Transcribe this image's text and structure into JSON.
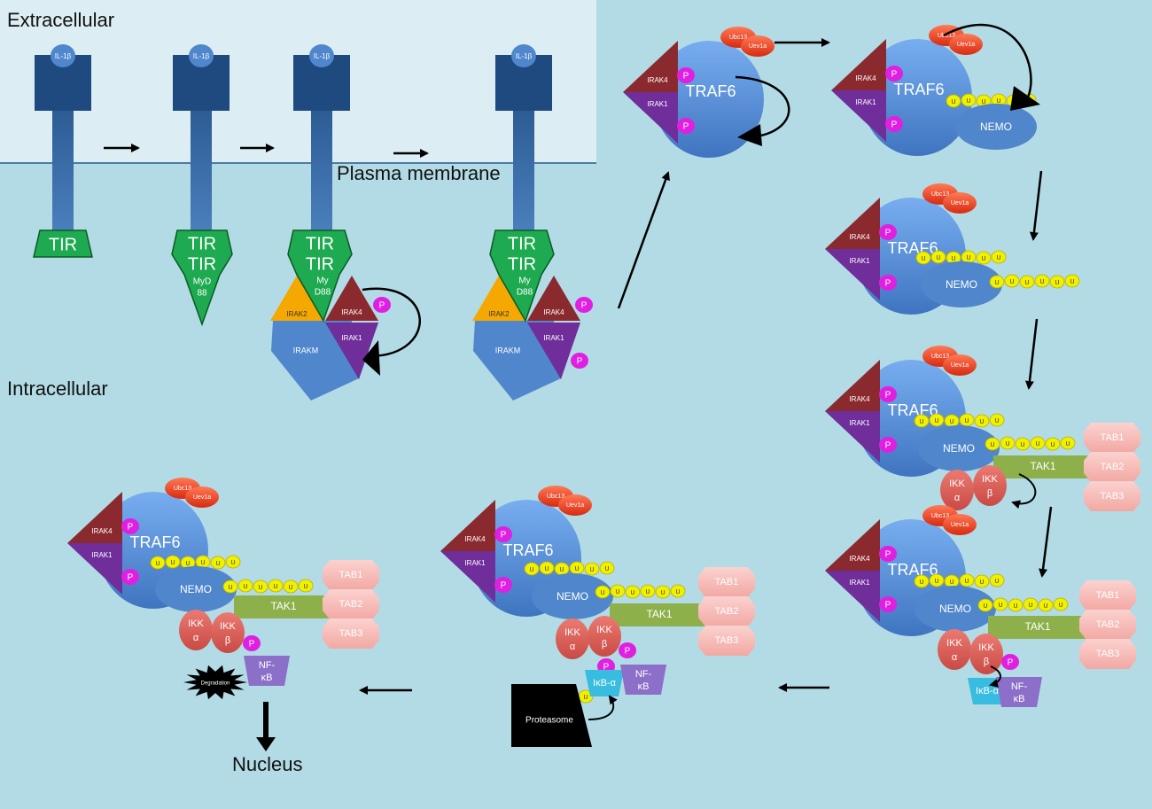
{
  "regions": {
    "extracellular": "Extracellular",
    "intracellular": "Intracellular",
    "membrane": "Plasma membrane",
    "nucleus": "Nucleus"
  },
  "labels": {
    "ligand": "IL-1β",
    "tir": "TIR",
    "myd88_a": "MyD",
    "myd88_b": "88",
    "myd88_c": "My",
    "myd88_d": "D88",
    "irak1": "IRAK1",
    "irak2": "IRAK2",
    "irak4": "IRAK4",
    "irakm": "IRAKM",
    "traf6": "TRAF6",
    "nemo": "NEMO",
    "tak1": "TAK1",
    "tab1": "TAB1",
    "tab2": "TAB2",
    "tab3": "TAB3",
    "ikk": "IKK",
    "alpha": "α",
    "beta": "β",
    "nfkb_a": "NF-",
    "nfkb_b": "κB",
    "ikba": "IκB-α",
    "ubc13": "Ubc13",
    "uev1a": "Uev1a",
    "phospho": "P",
    "ubiquitin": "U",
    "proteasome": "Proteasome",
    "degradation": "Degradation"
  },
  "colors": {
    "extracellular_bg": "#dcedf3",
    "intracellular_bg": "#b3dbe5",
    "receptor": "#1e4a80",
    "tir": "#1eaa50",
    "irak4": "#8b2a2e",
    "irak1": "#6f2e9a",
    "irak2": "#f5a800",
    "irakm": "#4f86cc",
    "traf6": "#4f86cc",
    "phospho": "#e020e0",
    "ubiquitin": "#f0f000",
    "tak1": "#8db04a",
    "tab": "#f6b9b5",
    "ikk": "#e0605a",
    "nfkb": "#8c6fc8",
    "ikba": "#38bce0",
    "ubc13": "#e33d20"
  }
}
